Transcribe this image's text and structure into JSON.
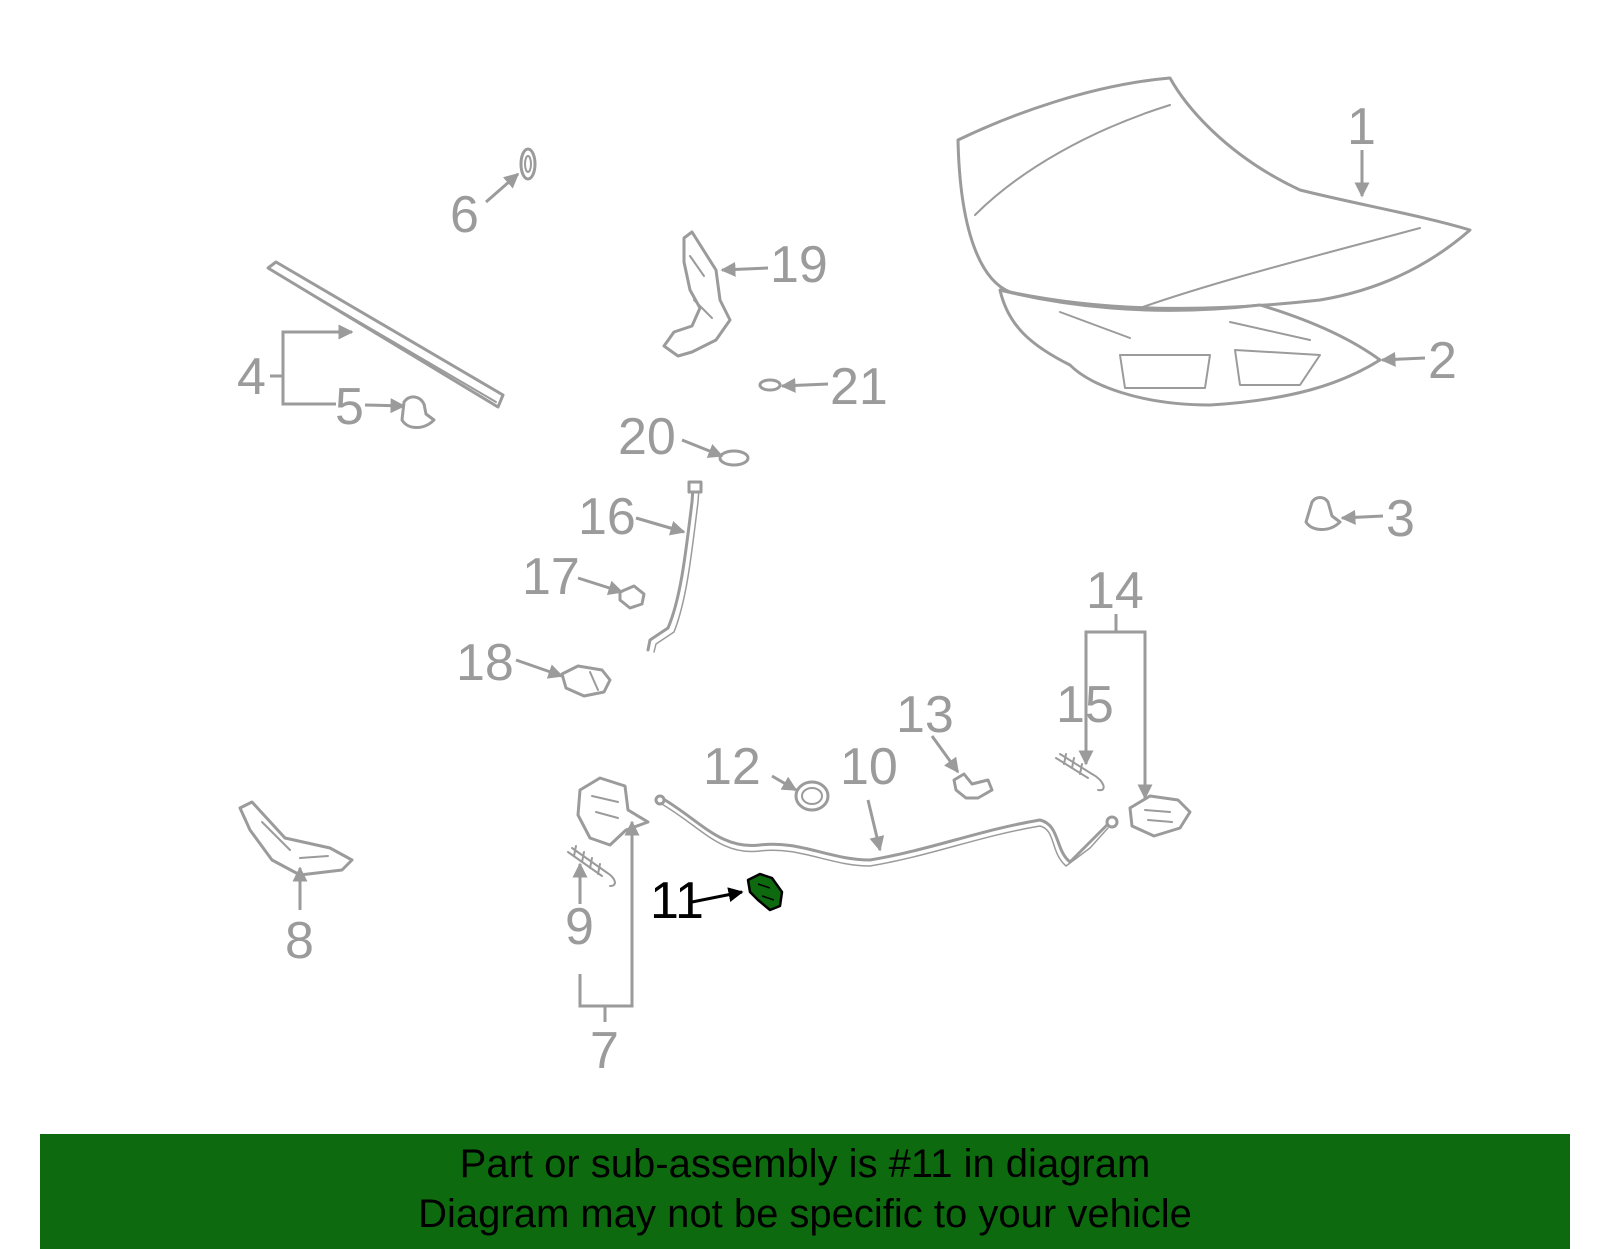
{
  "diagram": {
    "callouts": [
      {
        "id": "1",
        "label": "1"
      },
      {
        "id": "2",
        "label": "2"
      },
      {
        "id": "3",
        "label": "3"
      },
      {
        "id": "4",
        "label": "4"
      },
      {
        "id": "5",
        "label": "5"
      },
      {
        "id": "6",
        "label": "6"
      },
      {
        "id": "7",
        "label": "7"
      },
      {
        "id": "8",
        "label": "8"
      },
      {
        "id": "9",
        "label": "9"
      },
      {
        "id": "10",
        "label": "10"
      },
      {
        "id": "11",
        "label": "11",
        "highlighted": true
      },
      {
        "id": "12",
        "label": "12"
      },
      {
        "id": "13",
        "label": "13"
      },
      {
        "id": "14",
        "label": "14"
      },
      {
        "id": "15",
        "label": "15"
      },
      {
        "id": "16",
        "label": "16"
      },
      {
        "id": "17",
        "label": "17"
      },
      {
        "id": "18",
        "label": "18"
      },
      {
        "id": "19",
        "label": "19"
      },
      {
        "id": "20",
        "label": "20"
      },
      {
        "id": "21",
        "label": "21"
      }
    ],
    "highlight_color": "#0e6a0e",
    "line_color": "#9b9b9b"
  },
  "banner": {
    "line1": "Part or sub-assembly is #11 in diagram",
    "line2": "Diagram may not be specific to your vehicle",
    "background": "#0e6a0e"
  }
}
